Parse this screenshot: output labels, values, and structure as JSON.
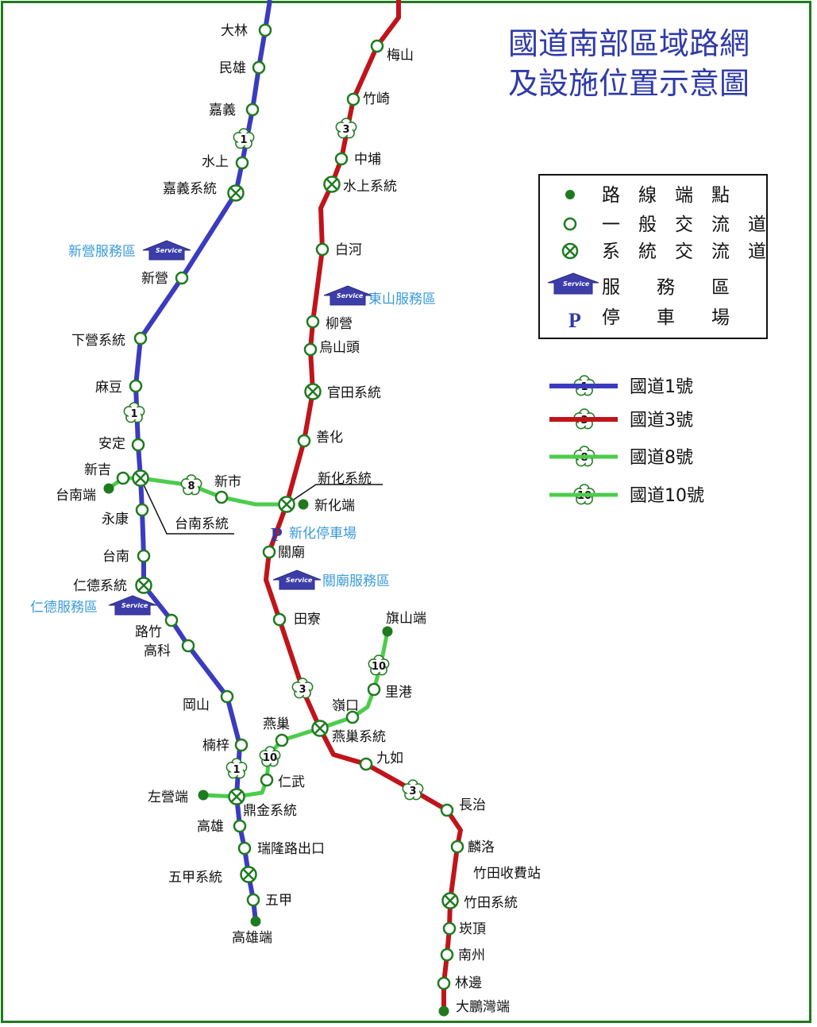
{
  "title": {
    "line1": "國道南部區域路網",
    "line2": "及設施位置示意圖"
  },
  "colors": {
    "nh1": "#3b3bbf",
    "nh3": "#c0141b",
    "nh8": "#4ccc4c",
    "nh10": "#4ccc4c",
    "node": "#1f7a1f",
    "service_fill": "#3d3daa",
    "service_label": "#3a9ad9",
    "title": "#2f3aa8"
  },
  "legend": {
    "terminal": "路　線　端　點",
    "interchange": "一　般　交　流　道",
    "system": "系　統　交　流　道",
    "service_area": "服　　務　　區",
    "parking": "停　　車　　場",
    "service_icon_text": "Service",
    "parking_icon_text": "P"
  },
  "routes": [
    {
      "shield": "1",
      "name": "國道1號",
      "color": "#3b3bbf"
    },
    {
      "shield": "3",
      "name": "國道3號",
      "color": "#c0141b"
    },
    {
      "shield": "8",
      "name": "國道8號",
      "color": "#4ccc4c"
    },
    {
      "shield": "10",
      "name": "國道10號",
      "color": "#4ccc4c"
    }
  ],
  "nh1_stations": [
    "大林",
    "民雄",
    "嘉義",
    "水上",
    "嘉義系統",
    "新營",
    "下營系統",
    "麻豆",
    "安定",
    "永康",
    "台南",
    "仁德系統",
    "路竹",
    "高科",
    "岡山",
    "楠梓",
    "鼎金系統",
    "高雄",
    "瑞隆路出口",
    "五甲系統",
    "五甲",
    "高雄端"
  ],
  "nh3_stations": [
    "梅山",
    "竹崎",
    "中埔",
    "水上系統",
    "白河",
    "柳營",
    "烏山頭",
    "官田系統",
    "善化",
    "新化系統",
    "新化端",
    "關廟",
    "田寮",
    "燕巢系統",
    "九如",
    "長治",
    "麟洛",
    "竹田收費站",
    "竹田系統",
    "崁頂",
    "南州",
    "林邊",
    "大鵬灣端"
  ],
  "nh8_stations": [
    "台南端",
    "新吉",
    "台南系統",
    "新市"
  ],
  "nh10_stations": [
    "旗山端",
    "里港",
    "嶺口",
    "燕巢",
    "仁武",
    "左營端"
  ],
  "service_areas": [
    "新營服務區",
    "東山服務區",
    "關廟服務區",
    "仁德服務區"
  ],
  "parking": [
    "新化停車場"
  ]
}
